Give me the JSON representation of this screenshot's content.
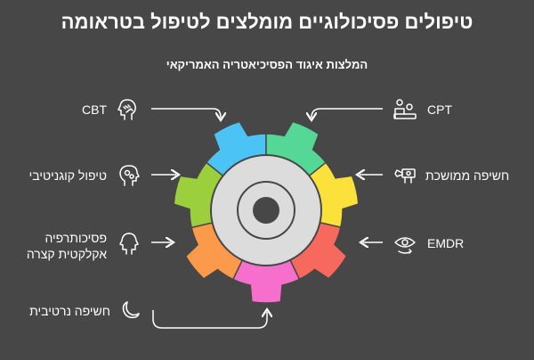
{
  "title": "טיפולים פסיכולוגיים מומלצים לטיפול בטראומה",
  "subtitle": "המלצות איגוד הפסיכיאטריה האמריקאי",
  "therapies": {
    "cbt": {
      "label": "CBT",
      "icon": "head-hand-icon",
      "color": "#4cc3f5"
    },
    "cpt": {
      "label": "CPT",
      "icon": "patient-therapist-icon",
      "color": "#55d896"
    },
    "cognitive": {
      "label": "טיפול קוגניטיבי",
      "icon": "head-gears-icon",
      "color": "#9ccf3c"
    },
    "prolonged": {
      "label": "חשיפה ממושכת",
      "icon": "projector-icon",
      "color": "#fbe13a"
    },
    "eclectic_line1": {
      "label": "פסיכותרפיה"
    },
    "eclectic": {
      "label": "אקלקטית קצרה",
      "icon": "profile-heads-icon",
      "color": "#fb9a4a"
    },
    "emdr": {
      "label": "EMDR",
      "icon": "eye-cycle-icon",
      "color": "#f7695c"
    },
    "narrative": {
      "label": "חשיפה נרטיבית",
      "icon": "moon-icon",
      "color": "#f66fcd"
    }
  }
}
